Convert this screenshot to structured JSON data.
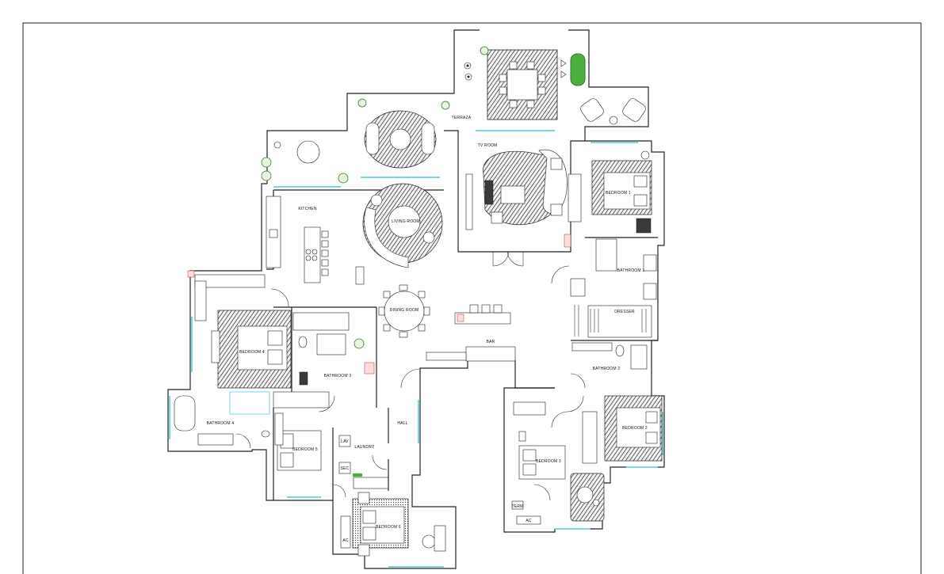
{
  "rooms": {
    "terraza": "TERRAZA",
    "tv_room": "TV ROOM",
    "kitchen": "KITCHEN",
    "living_room": "LIVING ROOM",
    "dining_room": "DINING ROOM",
    "bar": "BAR",
    "bedroom_1": "BEDROOM 1",
    "bathroom_1": "BATHROOM 1",
    "dresser": "DRESSER",
    "bathroom_2": "BATHROOM 2",
    "bedroom_2": "BEDROOM 2",
    "bedroom_3": "BEDROOM 3",
    "bedroom_4": "BEDROOM 4",
    "bathroom_3": "BATHROOM 3",
    "bathroom_4": "BATHROOM 4",
    "bedroom_5": "BEDROOM 5",
    "laundry": "LAUNDRY",
    "hall": "HALL",
    "bedroom_6": "BEDROOM 6"
  },
  "fixtures": {
    "lav": "LAV",
    "sec": "SEC",
    "term": "TERM",
    "ac": "AC",
    "ac_small": "AC"
  },
  "colors": {
    "glazing": "#7fd6e3",
    "planting": "#2f7a2f",
    "green_fill": "#4caf3c",
    "walls": "#222222"
  }
}
